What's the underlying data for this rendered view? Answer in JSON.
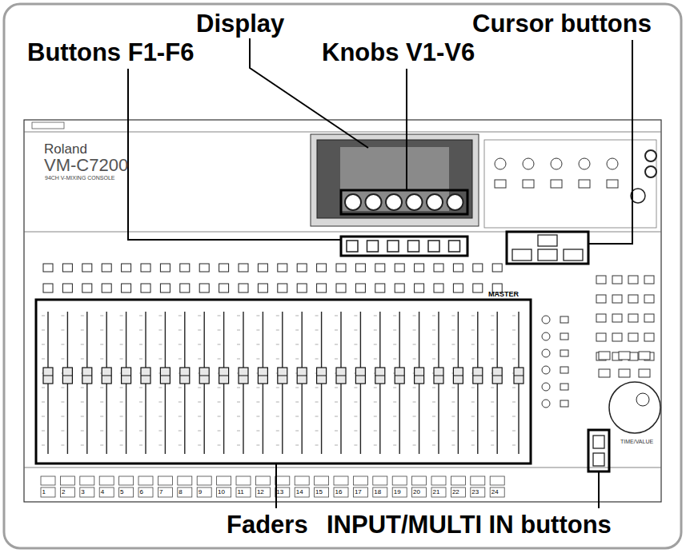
{
  "diagram": {
    "labels": [
      "Display",
      "Cursor buttons",
      "Buttons F1-F6",
      "Knobs V1-V6",
      "Faders",
      "INPUT/MULTI IN buttons",
      "Roland",
      "VM-C7200",
      "94CH V-MIXING CONSOLE",
      "MASTER",
      "TIME/VALUE",
      "1",
      "2",
      "3",
      "4",
      "5",
      "6",
      "7",
      "8",
      "9",
      "10",
      "11",
      "12",
      "13",
      "14",
      "15",
      "16",
      "17",
      "18",
      "19",
      "20",
      "21",
      "22",
      "23",
      "24"
    ]
  }
}
